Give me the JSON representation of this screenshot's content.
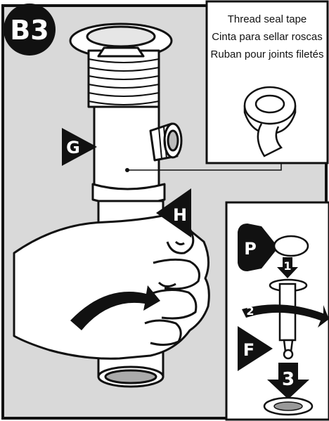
{
  "step_badge": "B3",
  "tape_panel": {
    "lines": [
      "Thread seal tape",
      "Cinta para sellar roscas",
      "Ruban pour joints filetés"
    ]
  },
  "callouts": {
    "g": "G",
    "h": "H",
    "p": "P",
    "f": "F"
  },
  "sequence": {
    "step1": "1",
    "step2": "2",
    "step3": "3"
  },
  "colors": {
    "panel_gray": "#d9d9d9",
    "outline": "#111111",
    "white": "#ffffff"
  }
}
